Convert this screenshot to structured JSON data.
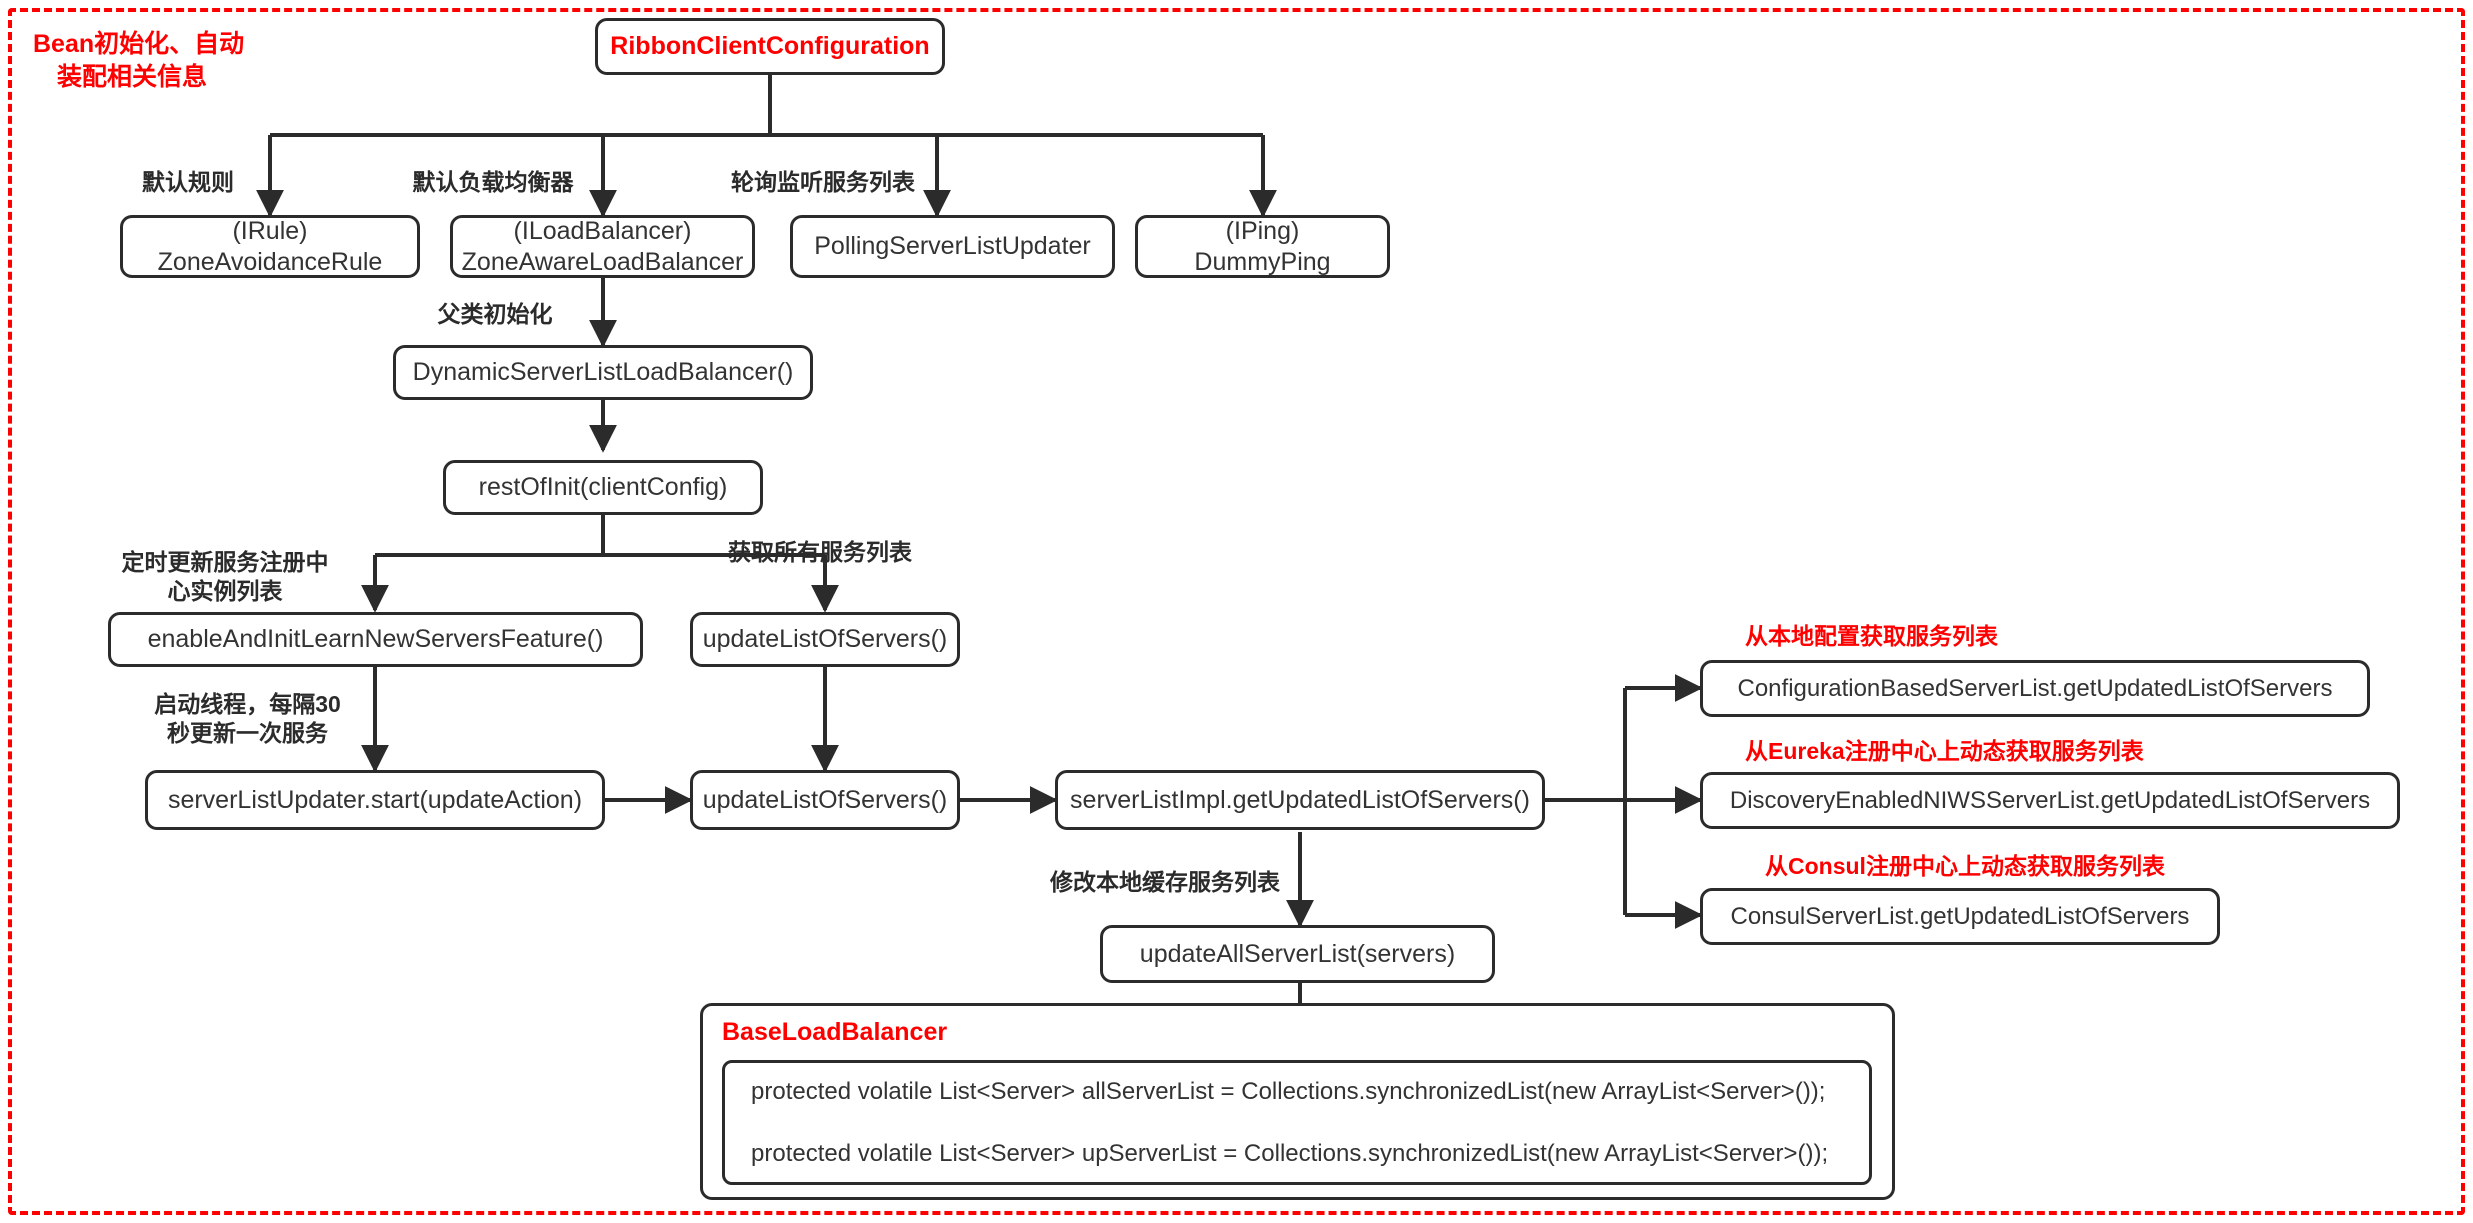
{
  "diagram": {
    "title_note": "Bean初始化、自动装配相关信息",
    "outer_border_color": "#ff0000",
    "accent_color": "#ff0000",
    "line_color": "#2b2b2b"
  },
  "notes": {
    "bean_init_line1": "Bean初始化、自动",
    "bean_init_line2": "装配相关信息"
  },
  "nodes": {
    "root": "RibbonClientConfiguration",
    "irule_l1": "(IRule)",
    "irule_l2": "ZoneAvoidanceRule",
    "ilb_l1": "(ILoadBalancer)",
    "ilb_l2": "ZoneAwareLoadBalancer",
    "polling": "PollingServerListUpdater",
    "iping_l1": "(IPing)",
    "iping_l2": "DummyPing",
    "dslb": "DynamicServerListLoadBalancer()",
    "rest_of_init": "restOfInit(clientConfig)",
    "enable_learn": "enableAndInitLearnNewServersFeature()",
    "update_list_1": "updateListOfServers()",
    "server_list_updater_start": "serverListUpdater.start(updateAction)",
    "update_list_2": "updateListOfServers()",
    "server_list_impl": "serverListImpl.getUpdatedListOfServers()",
    "config_based": "ConfigurationBasedServerList.getUpdatedListOfServers",
    "discovery_enabled": "DiscoveryEnabledNIWSServerList.getUpdatedListOfServers",
    "consul": "ConsulServerList.getUpdatedListOfServers",
    "update_all_server_list": "updateAllServerList(servers)"
  },
  "edge_labels": {
    "default_rule": "默认规则",
    "default_lb": "默认负载均衡器",
    "polling_listen": "轮询监听服务列表",
    "parent_init": "父类初始化",
    "scheduled_update_l1": "定时更新服务注册中",
    "scheduled_update_l2": "心实例列表",
    "get_all_services": "获取所有服务列表",
    "start_thread_l1": "启动线程，每隔30",
    "start_thread_l2": "秒更新一次服务",
    "modify_local_cache": "修改本地缓存服务列表",
    "from_local_config": "从本地配置获取服务列表",
    "from_eureka": "从Eureka注册中心上动态获取服务列表",
    "from_consul": "从Consul注册中心上动态获取服务列表"
  },
  "base_load_balancer": {
    "title": "BaseLoadBalancer",
    "code_lines": [
      "protected volatile List<Server> allServerList = Collections.synchronizedList(new ArrayList<Server>());",
      "protected volatile List<Server> upServerList = Collections.synchronizedList(new ArrayList<Server>());"
    ]
  }
}
